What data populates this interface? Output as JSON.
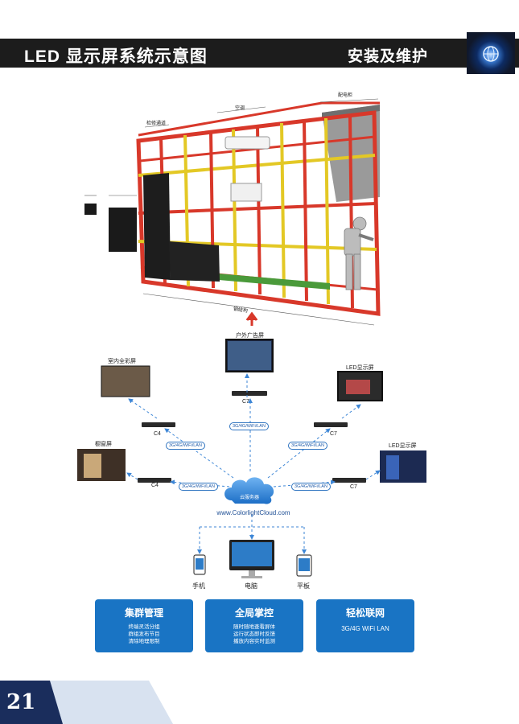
{
  "header": {
    "title": "LED 显示屏系统示意图",
    "right_title": "安装及维护",
    "logo_icon": "globe-icon"
  },
  "frame_labels": {
    "dim_top_left": "检修通道",
    "dim_top_mid": "空调",
    "dim_top_right": "配电柜",
    "dim_bottom": "钢结构"
  },
  "cluster": {
    "center_screen": "户外广告屏",
    "center_ctl": "C7",
    "tl_screen": "室内全彩屏",
    "tl_ctl": "C4",
    "tr_screen": "LED显示屏",
    "tr_ctl": "C7",
    "bl_screen": "橱窗屏",
    "bl_ctl": "C4",
    "br_screen": "LED显示屏",
    "br_ctl": "C7",
    "protocol": "3G/4G/WiFi/LAN",
    "cloud": "云服务器",
    "url": "www.ColorlightCloud.com"
  },
  "devices": {
    "phone": "手机",
    "computer": "电脑",
    "tablet": "平板"
  },
  "cards": [
    {
      "title": "集群管理",
      "lines": [
        "终端灵活分组",
        "群组发布节目",
        "清除地理限制"
      ]
    },
    {
      "title": "全局掌控",
      "lines": [
        "随时随地查看屏体",
        "运行状态即时反馈",
        "播放内容实时监测"
      ]
    },
    {
      "title": "轻松联网",
      "lines": [
        "3G/4G  WiFi  LAN"
      ]
    }
  ],
  "page_number": "21",
  "colors": {
    "accent_blue": "#1974c4",
    "frame_red": "#d8382a",
    "frame_yellow": "#e3c825",
    "header_black": "#1c1c1c",
    "link_blue": "#3d86d6"
  }
}
